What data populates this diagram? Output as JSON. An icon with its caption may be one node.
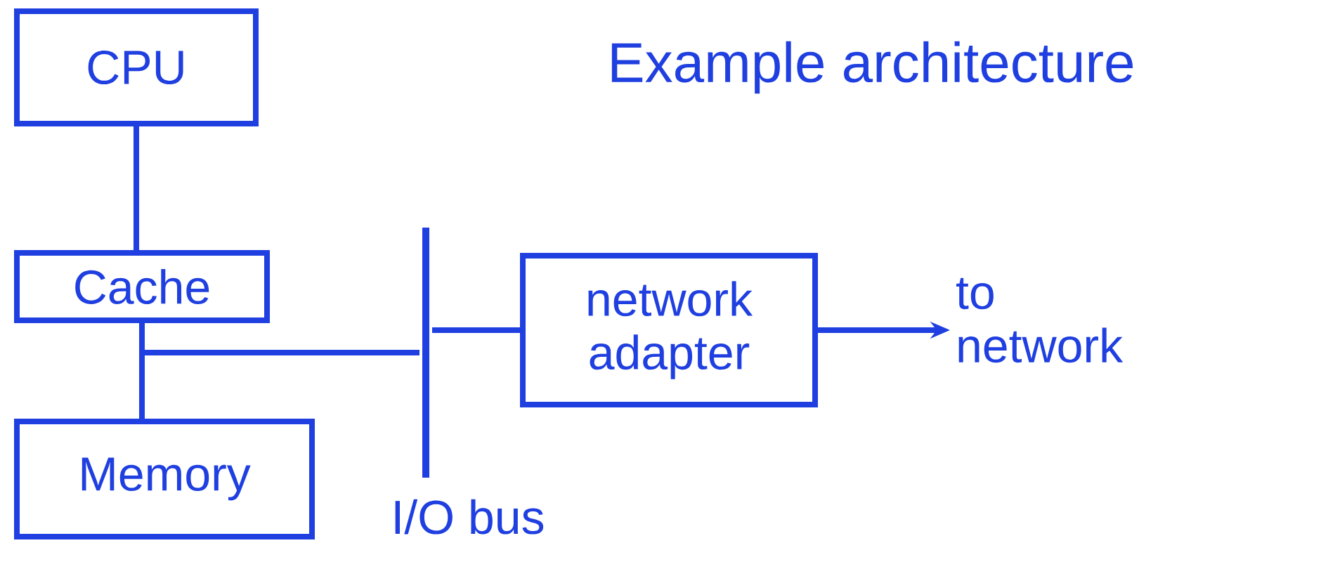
{
  "diagram": {
    "title": "Example architecture",
    "nodes": [
      {
        "text": [
          "CPU"
        ]
      },
      {
        "text": [
          "Cache"
        ]
      },
      {
        "text": [
          "Memory"
        ]
      },
      {
        "text": [],
        "shape": "bar",
        "beside": [
          "I/O bus"
        ]
      },
      {
        "text": [
          "network adapter"
        ]
      },
      {
        "text": [
          "to network"
        ]
      }
    ],
    "edges": [
      {
        "from": 0,
        "to": 1,
        "arrow": "none"
      },
      {
        "from": 1,
        "to": 2,
        "arrow": "none"
      },
      {
        "from": 1,
        "to": 3,
        "arrow": "none"
      },
      {
        "from": 3,
        "to": 4,
        "arrow": "none"
      },
      {
        "from": 4,
        "to": 5,
        "arrow": "to"
      }
    ]
  }
}
